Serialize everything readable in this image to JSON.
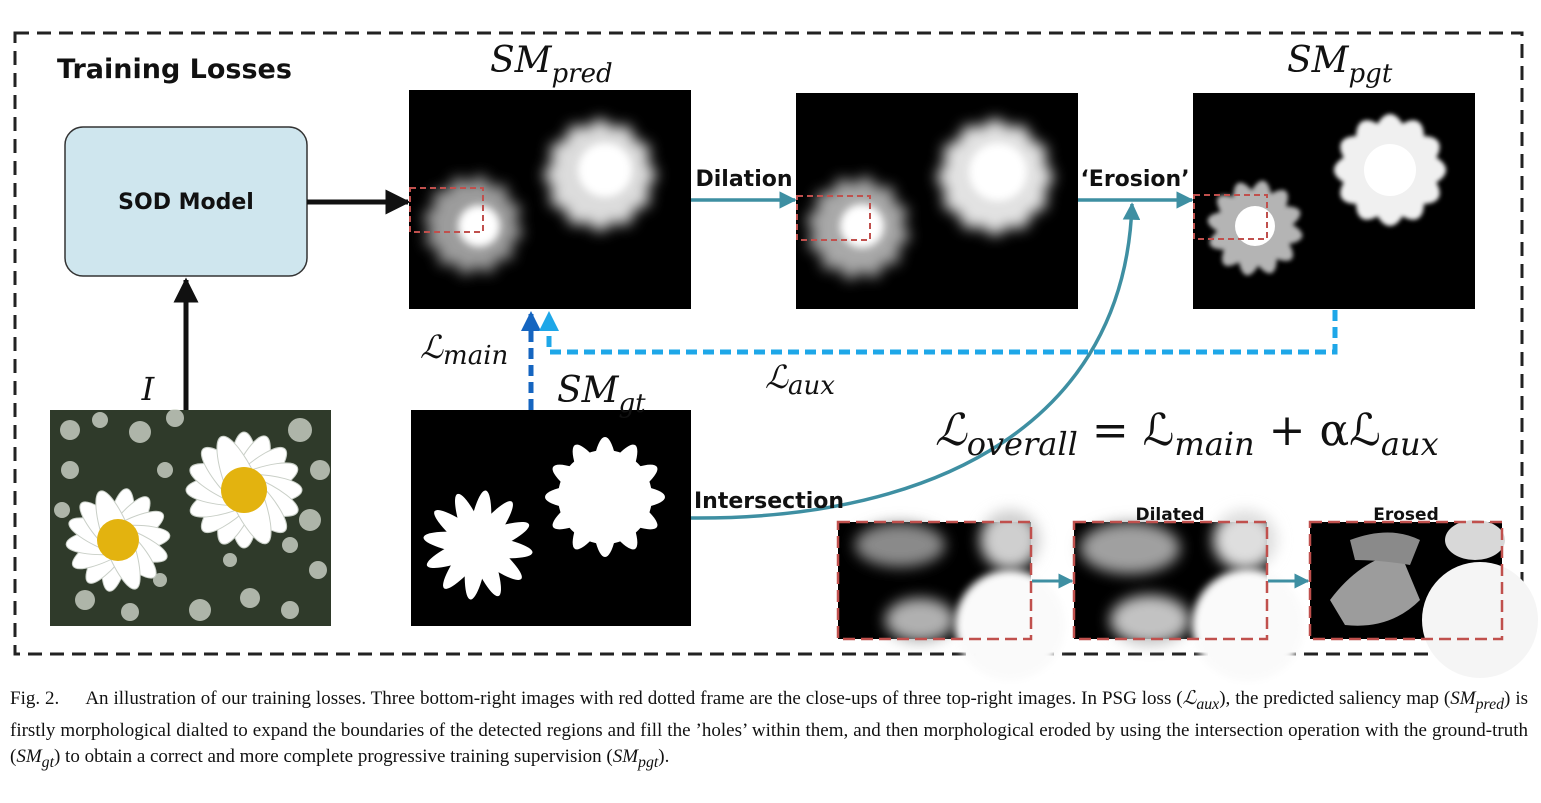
{
  "diagram": {
    "panel_title": "Training Losses",
    "model_label": "SOD Model",
    "input_label": "I",
    "sm_pred_label": "SM",
    "sm_pred_sub": "pred",
    "sm_pgt_label": "SM",
    "sm_pgt_sub": "pgt",
    "sm_gt_label": "SM",
    "sm_gt_sub": "gt",
    "dilation_label": "Dilation",
    "erosion_label": "‘Erosion’",
    "intersection_label": "Intersection",
    "l_main_label": "ℒ",
    "l_main_sub": "main",
    "l_aux_label": "ℒ",
    "l_aux_sub": "aux",
    "equation": {
      "lhs": "ℒ",
      "lhs_sub": "overall",
      "eq": " = ℒ",
      "mid_sub": "main",
      "plus": " + αℒ",
      "end_sub": "aux"
    },
    "closeup_dilated_label": "Dilated",
    "closeup_eroded_label": "Erosed"
  },
  "colors": {
    "arrow_teal": "#3e8fa2",
    "loss_main_blue": "#1565c0",
    "loss_aux_blue": "#1ea7e8",
    "model_fill": "#cfe6ee",
    "frame_red": "#c0504d"
  },
  "caption": {
    "fig_label": "Fig. 2.",
    "t1": "An illustration of our training losses. Three bottom-right images with red dotted frame are the close-ups of three top-right images. In PSG loss (",
    "t1_sym": "ℒ",
    "t1_sub": "aux",
    "t2": "), the predicted saliency map (",
    "t2_sym": "SM",
    "t2_sub": "pred",
    "t3": ") is firstly morphological dialted to expand the boundaries of the detected regions and fill the ’holes’ within them, and then morphological eroded by using the intersection operation with the ground-truth (",
    "t3_sym": "SM",
    "t3_sub": "gt",
    "t4": ") to obtain a correct and more complete progressive training supervision (",
    "t4_sym": "SM",
    "t4_sub": "pgt",
    "t5": ")."
  }
}
